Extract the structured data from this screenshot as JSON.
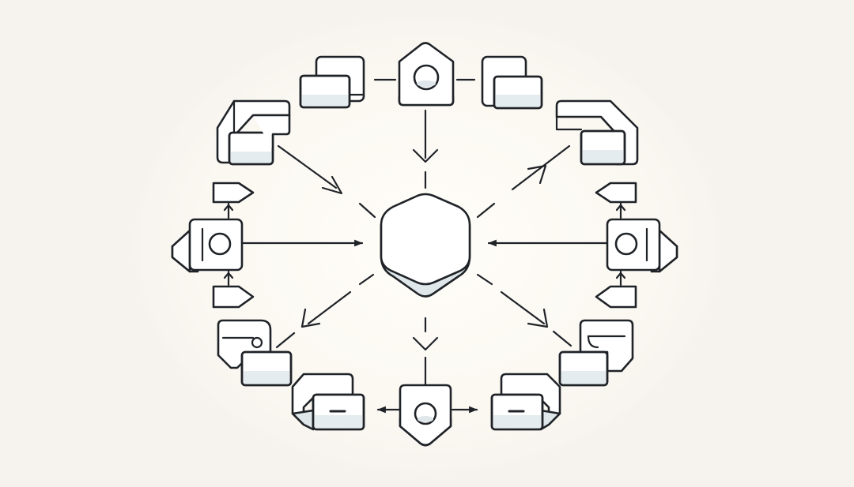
{
  "diagram": {
    "layout": "hub-and-spoke",
    "center": {
      "name": "central-hub",
      "shape": "hexagon"
    },
    "nodes": [
      {
        "name": "top-left-block",
        "icon": "stacked-panels-icon"
      },
      {
        "name": "top-center-node",
        "icon": "pentagon-circle-icon"
      },
      {
        "name": "top-right-block",
        "icon": "stacked-panels-icon"
      },
      {
        "name": "upper-left-block",
        "icon": "folded-panels-icon"
      },
      {
        "name": "upper-right-block",
        "icon": "folded-panels-icon"
      },
      {
        "name": "left-node",
        "icon": "circle-tag-icon"
      },
      {
        "name": "right-node",
        "icon": "circle-tag-icon"
      },
      {
        "name": "lower-left-block",
        "icon": "folded-panels-icon"
      },
      {
        "name": "lower-right-block",
        "icon": "folded-panels-icon"
      },
      {
        "name": "bottom-left-block",
        "icon": "folder-minus-icon"
      },
      {
        "name": "bottom-center-node",
        "icon": "shield-circle-icon"
      },
      {
        "name": "bottom-right-block",
        "icon": "folder-minus-icon"
      }
    ],
    "colors": {
      "background": "#f6f2ee",
      "stroke": "#1f2328",
      "fill": "#ffffff",
      "shade": "#dfe7ea"
    }
  }
}
